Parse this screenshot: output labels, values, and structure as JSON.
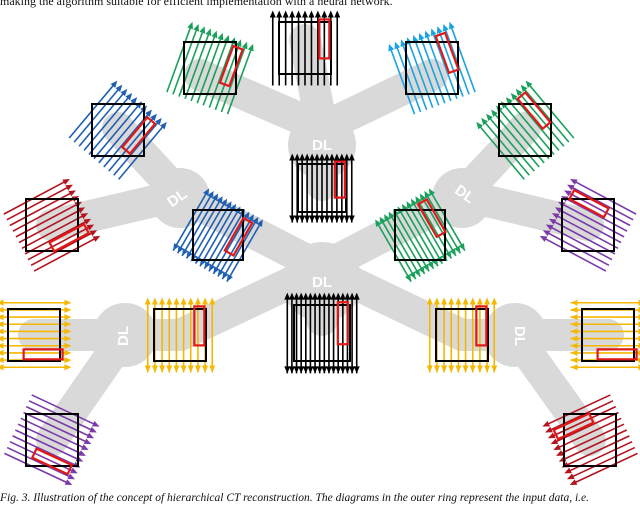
{
  "top_text": "making the algorithm suitable for efficient implementation with a neural network.",
  "caption": "Fig. 3. Illustration of the concept of hierarchical CT reconstruction. The diagrams in the outer ring represent the input data, i.e.",
  "dl_labels": [
    "DL",
    "DL",
    "DL",
    "DL",
    "DL"
  ],
  "colors": {
    "green": "#1aa05a",
    "light_blue": "#1aa3e0",
    "blue": "#1f5fb3",
    "dark_red": "#b3141e",
    "purple": "#7b3aa8",
    "orange": "#f5b800",
    "black": "#000000",
    "highlight_red": "#e01818",
    "tree_gray": "#d9d9d9"
  }
}
